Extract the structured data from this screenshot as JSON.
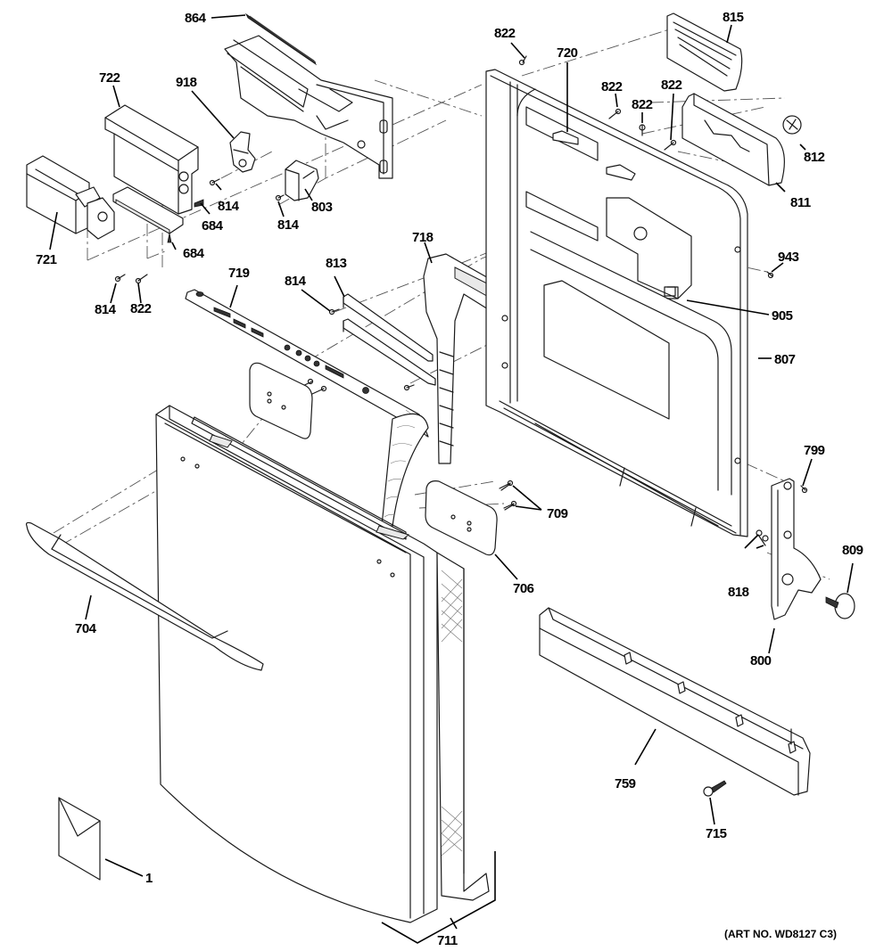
{
  "title": "Dishwasher Escutcheon & Door Assembly - Exploded Parts Diagram",
  "art_number": "(ART NO. WD8127 C3)",
  "parts": {
    "p864": "864",
    "p722": "722",
    "p918": "918",
    "p721": "721",
    "p814a": "814",
    "p684a": "684",
    "p803": "803",
    "p814b": "814",
    "p684b": "684",
    "p814c": "814",
    "p822a": "822",
    "p719": "719",
    "p814d": "814",
    "p813": "813",
    "p718": "718",
    "p822b": "822",
    "p720": "720",
    "p822c": "822",
    "p822d": "822",
    "p822e": "822",
    "p815": "815",
    "p812": "812",
    "p811": "811",
    "p943": "943",
    "p905": "905",
    "p807": "807",
    "p799": "799",
    "p709": "709",
    "p706": "706",
    "p704": "704",
    "p818": "818",
    "p809": "809",
    "p800": "800",
    "p759": "759",
    "p715": "715",
    "p1": "1",
    "p711": "711"
  }
}
